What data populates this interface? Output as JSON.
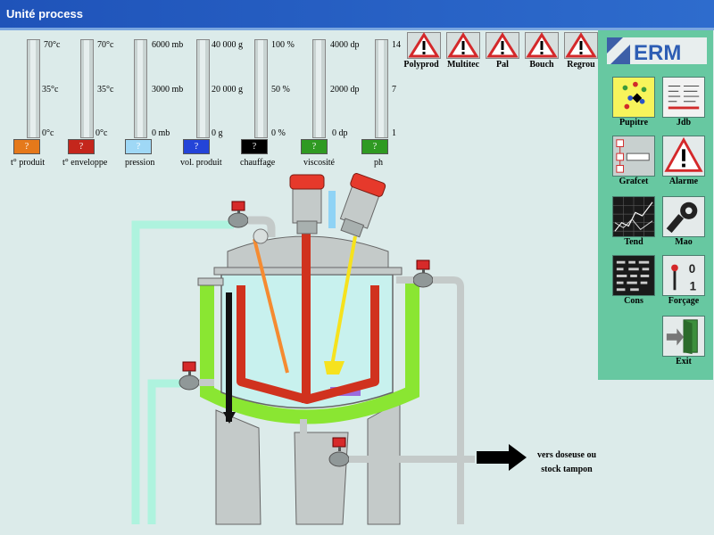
{
  "window": {
    "title": "Unité process"
  },
  "gauges": [
    {
      "name": "t° produit",
      "top": "70°c",
      "mid": "35°c",
      "bottom": "0°c",
      "value": "?",
      "color": "#e5791b"
    },
    {
      "name": "t° enveloppe",
      "top": "70°c",
      "mid": "35°c",
      "bottom": "0°c",
      "value": "?",
      "color": "#c4261c"
    },
    {
      "name": "pression",
      "top": "6000 mb",
      "mid": "3000 mb",
      "bottom": "0 mb",
      "value": "?",
      "color": "#9fd8f6"
    },
    {
      "name": "vol. produit",
      "top": "40 000 g",
      "mid": "20 000 g",
      "bottom": "0 g",
      "value": "?",
      "color": "#2444d8"
    },
    {
      "name": "chauffage",
      "top": "100 %",
      "mid": "50 %",
      "bottom": "0 %",
      "value": "?",
      "color": "#000000"
    },
    {
      "name": "viscosité",
      "top": "4000 dp",
      "mid": "2000 dp",
      "bottom": "0 dp",
      "value": "?",
      "color": "#2f9a22"
    },
    {
      "name": "ph",
      "top": "14",
      "mid": "7",
      "bottom": "1",
      "value": "?",
      "color": "#2f9a22"
    }
  ],
  "alarms": [
    "Polyprod",
    "Multitec",
    "Pal",
    "Bouch",
    "Regrou"
  ],
  "panel": {
    "logo": "ERM",
    "buttons": [
      "Pupitre",
      "Jdb",
      "Grafcet",
      "Alarme",
      "Tend",
      "Mao",
      "Cons",
      "Forçage",
      "Exit"
    ]
  },
  "destination": {
    "line1": "vers doseuse ou",
    "line2": "stock tampon"
  }
}
